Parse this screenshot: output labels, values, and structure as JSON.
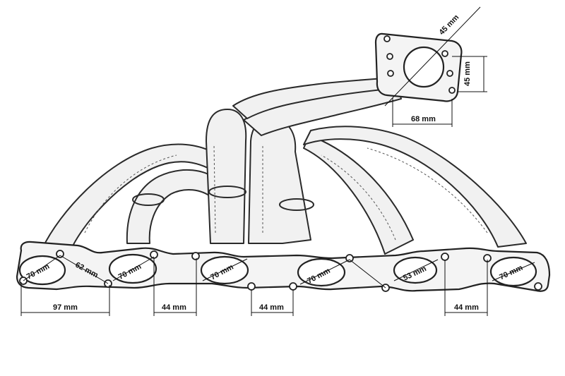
{
  "port_diameters": [
    "70 mm",
    "70 mm",
    "70 mm",
    "70 mm",
    "53 mm",
    "70 mm"
  ],
  "dimensions": {
    "between_ports_1_2": "62 mm",
    "bolt_span_1": "97 mm",
    "bolt_gap_1": "44 mm",
    "bolt_gap_2": "44 mm",
    "bolt_gap_3": "44 mm",
    "turbo_flange_width": "68 mm",
    "turbo_flange_height": "45 mm",
    "turbo_port_diameter": "45 mm"
  },
  "colors": {
    "line": "#222222",
    "paper": "#ffffff"
  }
}
